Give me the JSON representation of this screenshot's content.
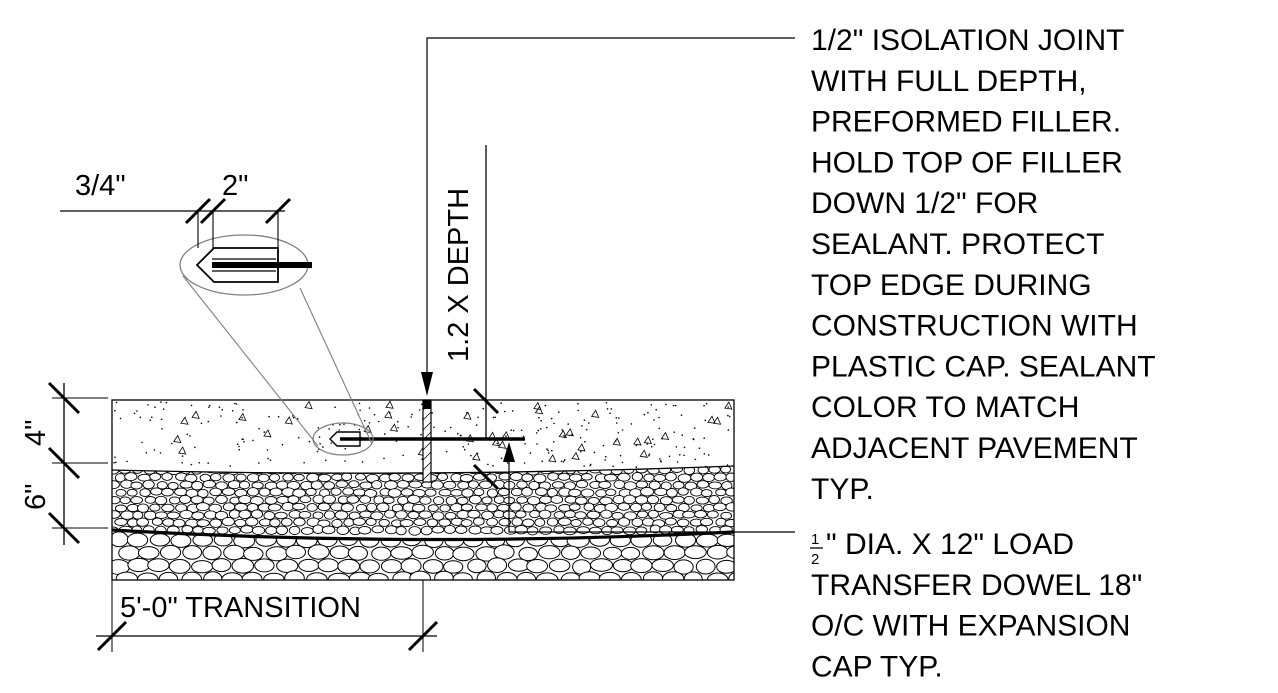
{
  "detail": {
    "dimensions": {
      "concrete_thickness": "4\"",
      "base_thickness": "6\"",
      "cap_gap": "3/4\"",
      "cap_length": "2\"",
      "dowel_length": "1.2 X DEPTH",
      "transition": "5'-0\" TRANSITION"
    },
    "notes": {
      "isolation_joint": [
        "1/2\" ISOLATION JOINT",
        "WITH FULL DEPTH,",
        "PREFORMED FILLER.",
        "HOLD TOP OF FILLER",
        "DOWN 1/2\" FOR",
        "SEALANT. PROTECT",
        "TOP EDGE DURING",
        "CONSTRUCTION WITH",
        "PLASTIC CAP. SEALANT",
        "COLOR TO MATCH",
        "ADJACENT PAVEMENT",
        "TYP."
      ],
      "dowel": {
        "fraction_numerator": "1",
        "fraction_denominator": "2",
        "lines": [
          "\" DIA. X 12\" LOAD",
          "TRANSFER DOWEL 18\"",
          "O/C WITH EXPANSION",
          "CAP TYP."
        ]
      }
    },
    "colors": {
      "line": "#000000",
      "leader": "#808080",
      "background": "#ffffff"
    }
  }
}
